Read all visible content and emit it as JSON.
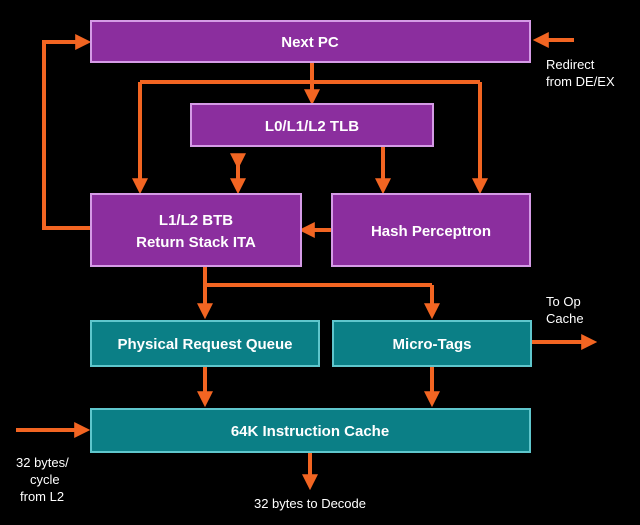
{
  "colors": {
    "background": "#000000",
    "arrow": "#f26522",
    "purple_block": "#8b2e9e",
    "purple_border": "#d59be6",
    "teal_block": "#0b7f86",
    "teal_border": "#5fc6cc",
    "text": "#ffffff"
  },
  "blocks": {
    "next_pc": "Next PC",
    "tlb": "L0/L1/L2 TLB",
    "btb_line1": "L1/L2 BTB",
    "btb_line2": "Return Stack ITA",
    "hash_perceptron": "Hash Perceptron",
    "physical_request_queue": "Physical Request Queue",
    "micro_tags": "Micro-Tags",
    "instruction_cache": "64K Instruction Cache"
  },
  "labels": {
    "redirect_line1": "Redirect",
    "redirect_line2": "from DE/EX",
    "op_cache_line1": "To Op",
    "op_cache_line2": "Cache",
    "l2_line1": "32 bytes/",
    "l2_line2": "cycle",
    "l2_line3": "from L2",
    "decode": "32 bytes to Decode"
  }
}
